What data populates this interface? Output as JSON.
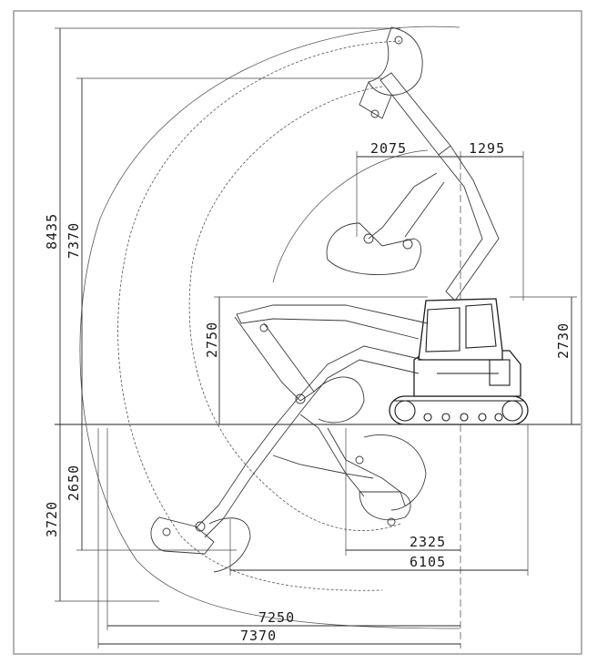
{
  "dimensions": {
    "max_reach_height": "8435",
    "max_dump_height": "7370",
    "tail_radius_front": "2075",
    "tail_radius_rear": "1295",
    "boom_min_height": "2750",
    "overall_height": "2730",
    "max_digging_depth": "3720",
    "vertical_wall_depth": "2650",
    "min_swing_radius": "2325",
    "reach_at_ground": "6105",
    "max_digging_reach": "7250",
    "max_reach": "7370"
  }
}
